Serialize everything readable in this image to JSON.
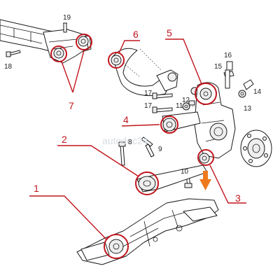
{
  "part_numbers": [
    "19",
    "18",
    "16",
    "15",
    "14",
    "13",
    "12",
    "11",
    "17",
    "17",
    "10",
    "9",
    "8"
  ],
  "callouts": [
    "1",
    "2",
    "3",
    "4",
    "5",
    "6",
    "7"
  ],
  "watermark": "autodoc24",
  "colors": {
    "callout": "#c0161d",
    "arrow": "#ee7a1e",
    "line": "#1a1a1a"
  }
}
